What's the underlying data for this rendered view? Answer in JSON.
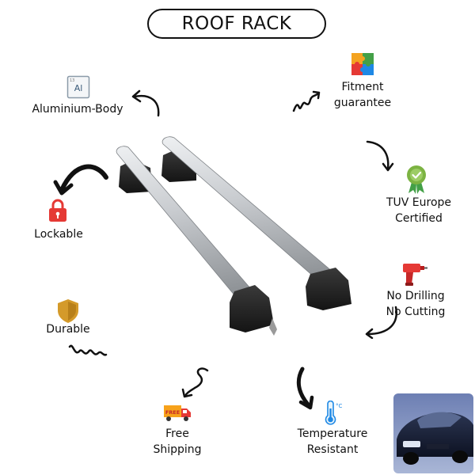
{
  "title": "ROOF RACK",
  "features": {
    "aluminium": {
      "label": "Aluminium-Body",
      "icon": "aluminium-element-icon",
      "icon_text": "Al",
      "icon_number": "13"
    },
    "lockable": {
      "label": "Lockable",
      "icon": "padlock-icon",
      "color": "#e53935"
    },
    "durable": {
      "label": "Durable",
      "icon": "shield-icon",
      "color": "#d49a2a"
    },
    "fitment": {
      "line1": "Fitment",
      "line2": "guarantee",
      "icon": "puzzle-icon"
    },
    "tuv": {
      "line1": "TUV Europe",
      "line2": "Certified",
      "icon": "certified-badge-icon",
      "color": "#7cb342"
    },
    "drilling": {
      "line1": "No Drilling",
      "line2": "No Cutting",
      "icon": "drill-icon",
      "color": "#e53935"
    },
    "shipping": {
      "line1": "Free",
      "line2": "Shipping",
      "icon": "free-shipping-truck-icon",
      "badge": "FREE"
    },
    "temperature": {
      "line1": "Temperature",
      "line2": "Resistant",
      "icon": "thermometer-icon",
      "unit": "°C"
    }
  },
  "colors": {
    "text": "#111111",
    "bar_silver": "#c9ccd0",
    "foot_black": "#1b1b1b"
  }
}
